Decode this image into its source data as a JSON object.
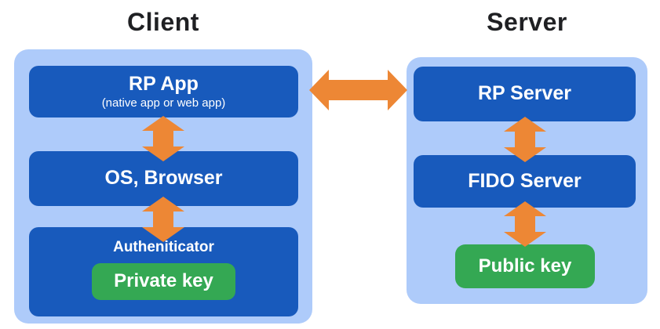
{
  "colors": {
    "container_bg": "#aecbfa",
    "box_bg": "#185abc",
    "key_bg": "#34a853",
    "arrow": "#ed8735",
    "title_text": "#1f2023",
    "box_text": "#ffffff",
    "page_bg": "#ffffff"
  },
  "client": {
    "title": "Client",
    "boxes": {
      "rp_app": {
        "label": "RP App",
        "sublabel": "(native app or web app)"
      },
      "os_browser": {
        "label": "OS, Browser"
      },
      "authenticator": {
        "label": "Autheniticator",
        "key_label": "Private key"
      }
    }
  },
  "server": {
    "title": "Server",
    "boxes": {
      "rp_server": {
        "label": "RP Server"
      },
      "fido_server": {
        "label": "FIDO Server"
      },
      "public_key": {
        "label": "Public key"
      }
    }
  },
  "arrows": [
    {
      "name": "rp-app-to-rp-server",
      "direction": "horizontal-bidirectional"
    },
    {
      "name": "rp-app-to-os-browser",
      "direction": "vertical-bidirectional"
    },
    {
      "name": "os-browser-to-authenticator",
      "direction": "vertical-bidirectional"
    },
    {
      "name": "rp-server-to-fido-server",
      "direction": "vertical-bidirectional"
    },
    {
      "name": "fido-server-to-public-key",
      "direction": "vertical-bidirectional"
    }
  ]
}
